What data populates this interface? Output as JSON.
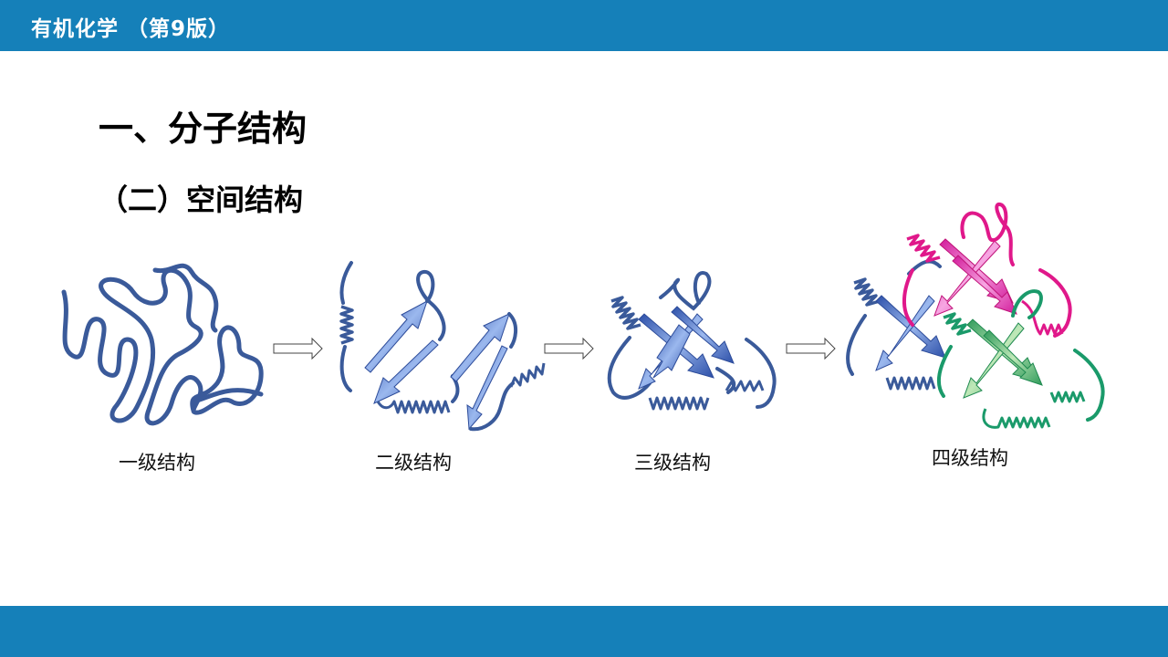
{
  "header": {
    "title": "有机化学 （第9版）"
  },
  "content": {
    "section_title": "一、分子结构",
    "sub_title": "（二）空间结构"
  },
  "stages": [
    {
      "label": "一级结构"
    },
    {
      "label": "二级结构"
    },
    {
      "label": "三级结构"
    },
    {
      "label": "四级结构"
    }
  ],
  "colors": {
    "header": "#1580b9",
    "footer": "#1580b9",
    "chain_blue": "#3a5a9a",
    "strand_blue": "#4a7ad0",
    "magenta": "#e0188a",
    "green": "#1a9a6a"
  }
}
